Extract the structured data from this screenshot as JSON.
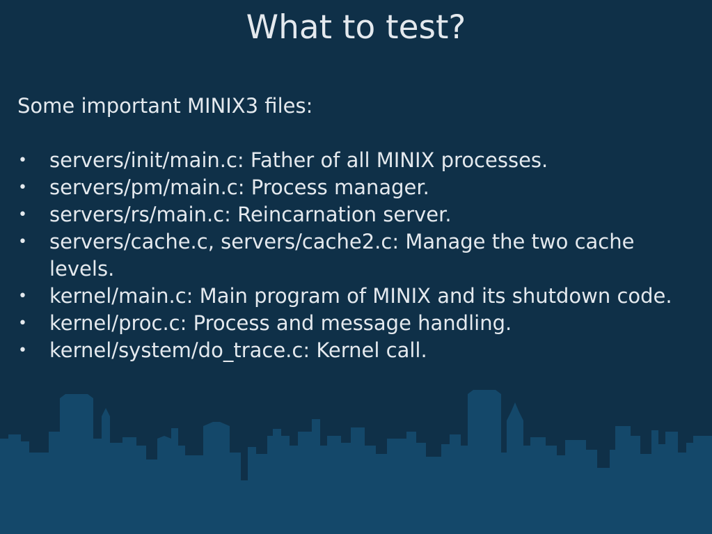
{
  "slide": {
    "title": "What to test?",
    "intro": "Some important MINIX3 files:",
    "bullet_glyph": "•",
    "files": [
      "servers/init/main.c: Father of all MINIX processes.",
      "servers/pm/main.c: Process manager.",
      "servers/rs/main.c: Reincarnation server.",
      "servers/cache.c, servers/cache2.c: Manage the two cache levels.",
      "kernel/main.c: Main program of MINIX and its shutdown code.",
      "kernel/proc.c: Process and message handling.",
      "kernel/system/do_trace.c: Kernel call."
    ]
  },
  "colors": {
    "background": "#0f3048",
    "skyline": "#14486a",
    "text": "#e4e9ee"
  }
}
